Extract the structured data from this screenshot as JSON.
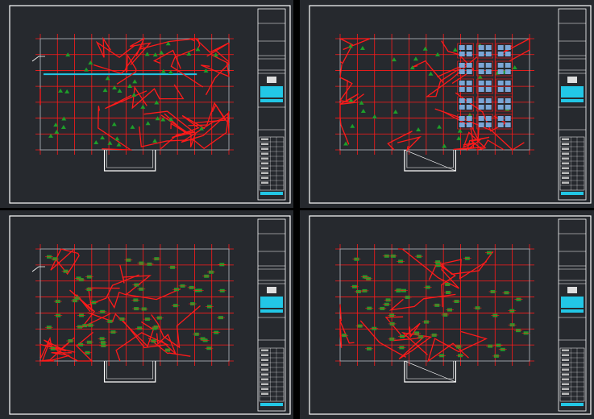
{
  "viewport": {
    "width": 737,
    "height": 520
  },
  "colors": {
    "background": "#000000",
    "sheet": "#26292e",
    "frame": "#ffffff",
    "wall": "#ff1a1a",
    "fixture": "#1e9e2a",
    "accent": "#22c7e6",
    "hatch": "#9aa0a6"
  },
  "sheets": [
    {
      "id": "sheet-1",
      "kind": "lighting-plan"
    },
    {
      "id": "sheet-2",
      "kind": "lighting-plan-with-panels"
    },
    {
      "id": "sheet-3",
      "kind": "socket-plan"
    },
    {
      "id": "sheet-4",
      "kind": "socket-plan-upper"
    }
  ],
  "title_block": {
    "text_lines": 22
  }
}
